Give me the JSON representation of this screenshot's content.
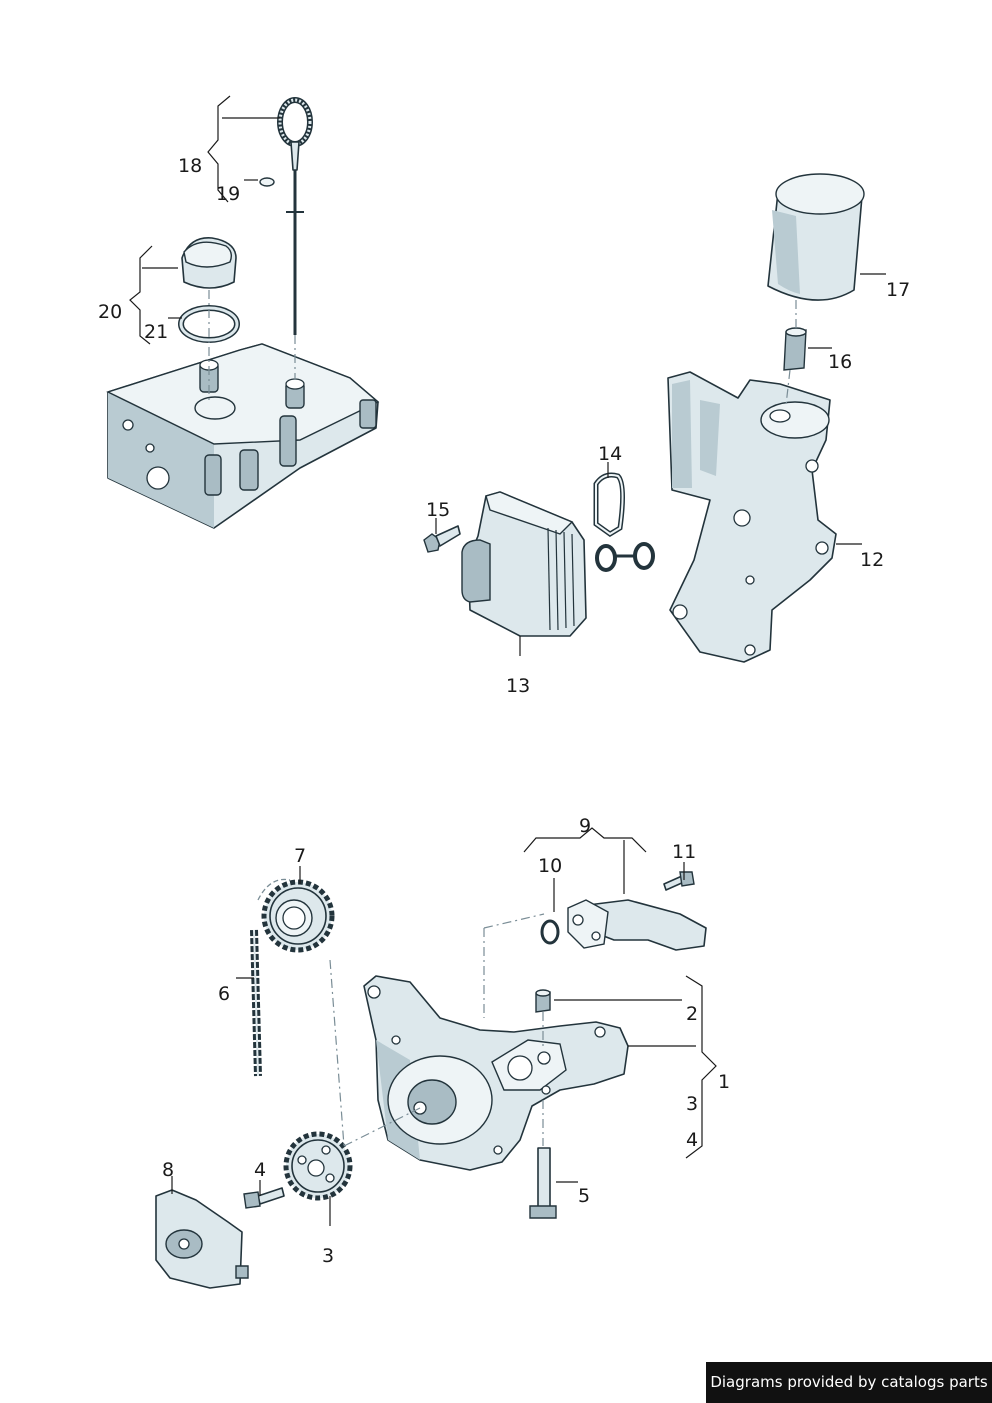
{
  "callouts": {
    "c1": "1",
    "c2": "2",
    "c3a": "3",
    "c3b": "3",
    "c4a": "4",
    "c4b": "4",
    "c5": "5",
    "c6": "6",
    "c7": "7",
    "c8": "8",
    "c9": "9",
    "c10": "10",
    "c11": "11",
    "c12": "12",
    "c13": "13",
    "c14": "14",
    "c15": "15",
    "c16": "16",
    "c17": "17",
    "c18": "18",
    "c19": "19",
    "c20": "20",
    "c21": "21"
  },
  "footer": {
    "credit": "Diagrams provided by catalogs parts"
  },
  "colors": {
    "part_fill": "#dde8ec",
    "outline": "#23343c",
    "credit_bg": "#111111"
  },
  "icons": {
    "parts": "line-art"
  }
}
